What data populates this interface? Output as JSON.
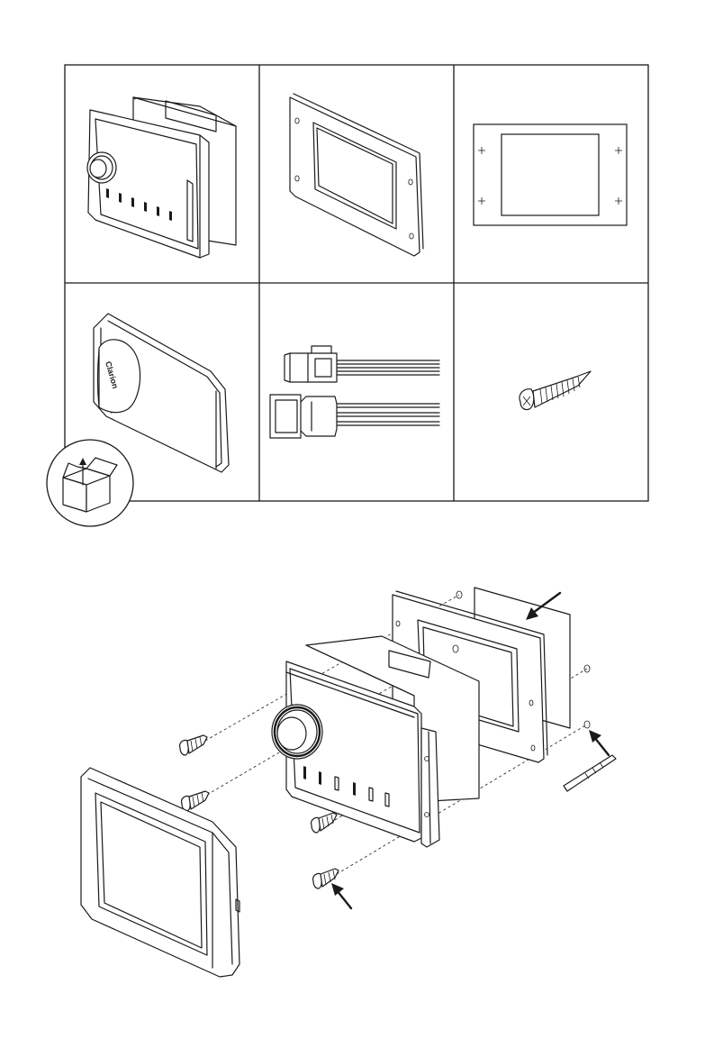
{
  "parts_grid": {
    "rows": 2,
    "columns": 3,
    "items": [
      {
        "icon": "stereo-unit-icon"
      },
      {
        "icon": "mounting-plate-icon"
      },
      {
        "icon": "cutout-template-icon"
      },
      {
        "icon": "protective-cover-icon"
      },
      {
        "icon": "wiring-connectors-icon"
      },
      {
        "icon": "mounting-screw-icon"
      }
    ]
  },
  "cover": {
    "brand_text": "Clarion"
  },
  "unbox_badge": {
    "icon": "unbox-icon"
  },
  "assembly": {
    "icon": "exploded-assembly-icon"
  },
  "colors": {
    "line": "#1a1a1a",
    "background": "#ffffff"
  }
}
